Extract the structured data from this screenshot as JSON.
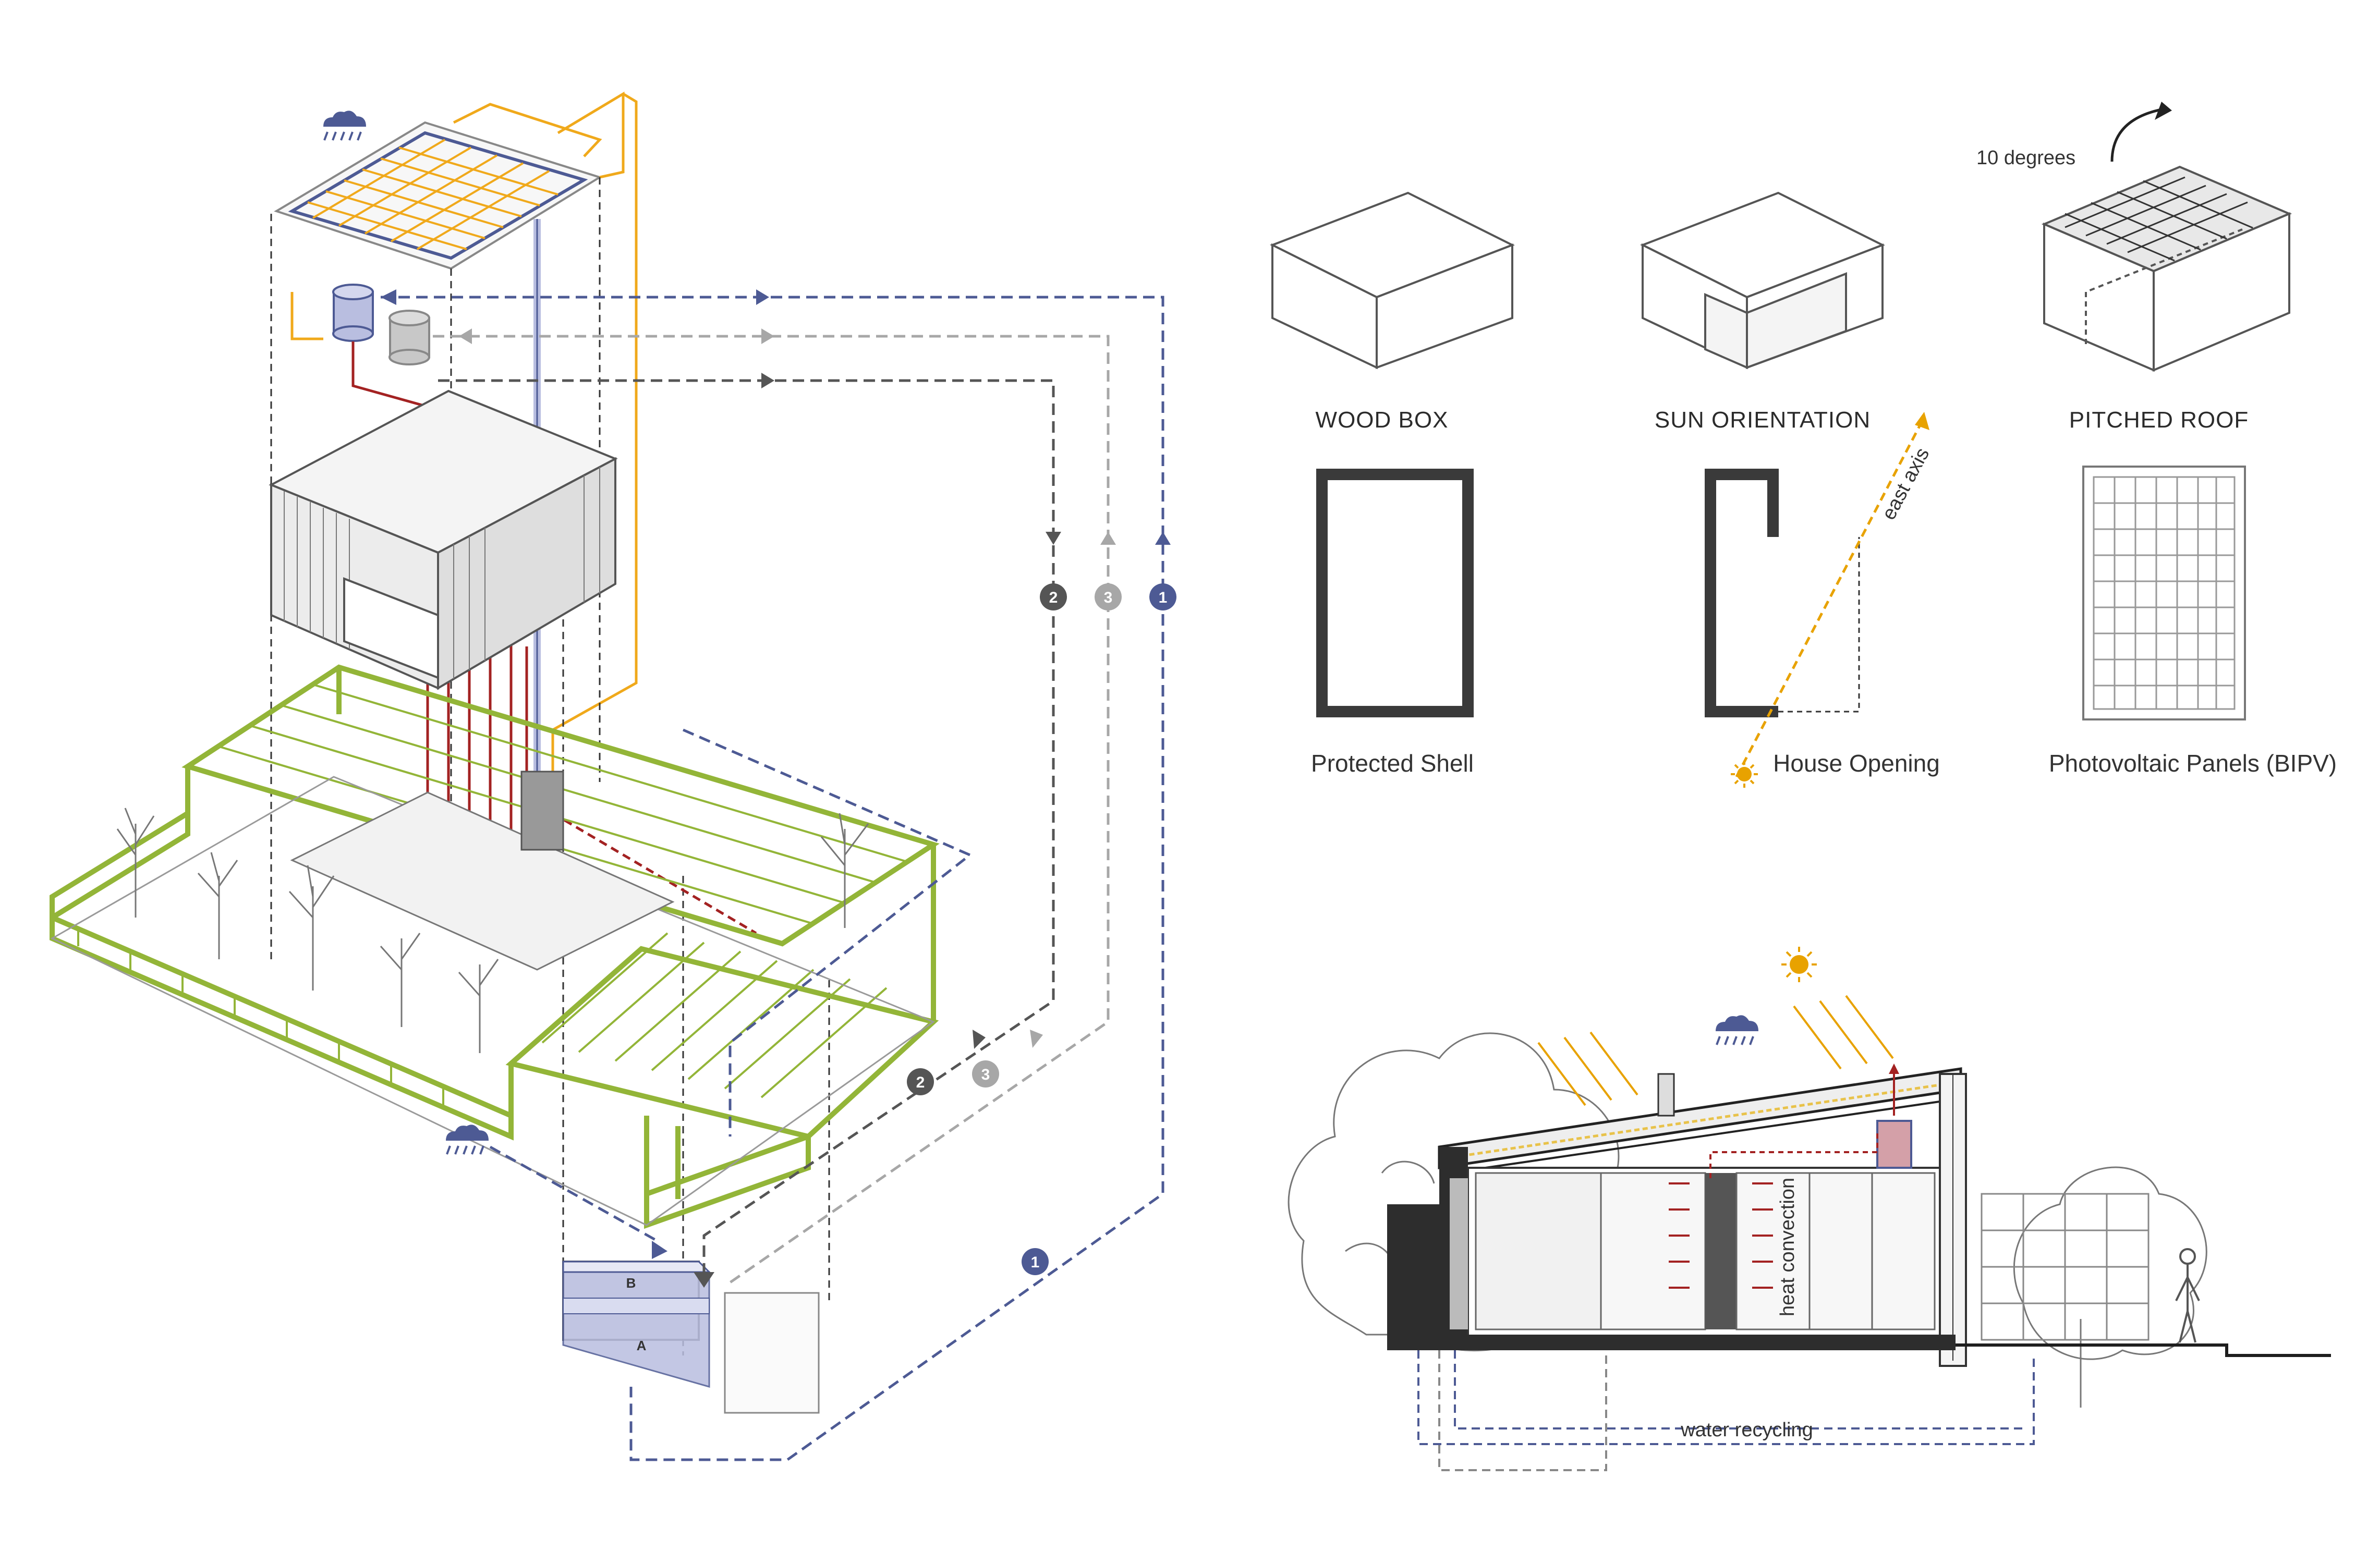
{
  "colors": {
    "blue_flow": "#4d5a94",
    "grey_dark": "#555555",
    "grey_light": "#a7a7a7",
    "hot_red": "#a32222",
    "solar_orange": "#f0a91b",
    "frame_green": "#93b538",
    "sun_orange": "#e8a200",
    "tank_fill": "#b9bee0"
  },
  "icons": [
    "cloud-rain-icon",
    "sun-icon",
    "curved-arrow-icon",
    "person-silhouette"
  ],
  "flow_badges": [
    {
      "num": "2",
      "color": "#555555"
    },
    {
      "num": "3",
      "color": "#a7a7a7"
    },
    {
      "num": "1",
      "color": "#4d5a94"
    }
  ],
  "tank": {
    "upper": "B",
    "lower": "A"
  },
  "concepts": {
    "row1": [
      "WOOD BOX",
      "SUN ORIENTATION",
      "PITCHED ROOF"
    ],
    "row2": [
      "Protected Shell",
      "House Opening",
      "Photovoltaic Panels (BIPV)"
    ],
    "angle_note": "10 degrees",
    "axis_note": "east axis"
  },
  "section": {
    "convection": "heat convection",
    "recycling": "water recycling"
  }
}
